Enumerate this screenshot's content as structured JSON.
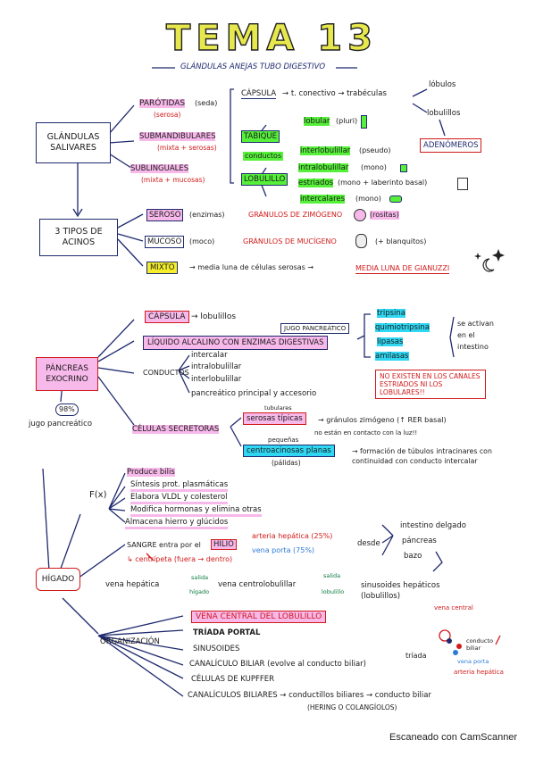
{
  "title": "TEMA 13",
  "subtitle": "GLÁNDULAS ANEJAS TUBO DIGESTIVO",
  "colors": {
    "pink": "#f7b8ea",
    "green": "#56f03a",
    "cyan": "#2fd7f2",
    "yellow": "#f4ef2a",
    "red": "#d11a1a",
    "navy": "#1f2a6e"
  },
  "salivares": {
    "root": "GLÁNDULAS SALIVARES",
    "parotidas": "PARÓTIDAS",
    "parotidas_note": "(seda)",
    "parotidas_type": "(serosa)",
    "submandibulares": "SUBMANDIBULARES",
    "submandibulares_type": "(mixta + serosas)",
    "sublinguales": "SUBLINGUALES",
    "sublinguales_type": "(mixta + mucosas)",
    "capsula": "CÁPSULA",
    "capsula_detail": "→ t. conectivo → trabéculas",
    "lobulos": "lóbulos",
    "lobulillos": "lobulillos",
    "adenomeros": "ADENÓMEROS",
    "tabique": "TABIQUE",
    "conductos": "conductos",
    "lobulillo": "LOBULILLO",
    "lobular": "lobular",
    "lobular_note": "(pluri)",
    "interlobulillar": "interlobulillar",
    "interlobulillar_note": "(pseudo)",
    "intralobulillar": "intralobulillar",
    "intralobulillar_note": "(mono)",
    "estriados": "estriados",
    "estriados_note": "(mono + laberinto basal)",
    "intercalares": "intercalares",
    "intercalares_note": "(mono)"
  },
  "acinos": {
    "root": "3 TIPOS DE ACINOS",
    "seroso": "SEROSO",
    "seroso_note": "(enzimas)",
    "seroso_granulos": "GRÁNULOS DE ZIMÓGENO",
    "seroso_tint": "(rositas)",
    "mucoso": "MUCOSO",
    "mucoso_note": "(moco)",
    "mucoso_granulos": "GRÁNULOS DE MUCÍGENO",
    "mucoso_tint": "(+ blanquitos)",
    "mixto": "MIXTO",
    "mixto_detail": "→ media luna de células serosas →",
    "mixto_result": "MEDIA LUNA DE GIANUZZI"
  },
  "pancreas": {
    "root": "PÁNCREAS EXOCRINO",
    "percent": "98%",
    "jugo": "jugo pancreático",
    "capsula": "CÁPSULA",
    "capsula_detail": "→ lobulillos",
    "jugo_tag": "JUGO PANCREÁTICO",
    "liquido": "LÍQUIDO ALCALINO CON ENZIMAS DIGESTIVAS",
    "enzimas": [
      "tripsina",
      "quimiotripsina",
      "lipasas",
      "amilasas"
    ],
    "activan": "se activan en el intestino",
    "conductos": "CONDUCTOS",
    "conductos_list": [
      "intercalar",
      "intralobulillar",
      "interlobulillar",
      "pancreático principal y accesorio"
    ],
    "warning": "NO EXISTEN EN LOS CANALES ESTRIADOS NI LOS LOBULARES!!",
    "celulas": "CÉLULAS SECRETORAS",
    "serosas": "serosas típicas",
    "serosas_extra": "tubulares",
    "serosas_detail": "→ gránulos zimógeno (↑ RER basal)",
    "no_contacto": "no están en contacto con la luz!!",
    "centroacinosas": "centroacinosas planas",
    "pequenas": "pequeñas",
    "palidas": "(pálidas)",
    "centro_detail": "→ formación de túbulos intracinares con continuidad con conducto intercalar"
  },
  "higado": {
    "root": "HÍGADO",
    "fx": "F(x)",
    "funciones": [
      "Produce bilis",
      "Síntesis prot. plasmáticas",
      "Elabora VLDL y colesterol",
      "Modifica hormonas y elimina otras",
      "Almacena hierro y glúcidos"
    ],
    "sangre": "SANGRE entra por el",
    "hilio": "HILIO",
    "arteria": "arteria hepática (25%)",
    "vena_porta": "vena porta (75%)",
    "desde": "desde",
    "origenes": [
      "intestino delgado",
      "páncreas",
      "bazo"
    ],
    "centripeta": "↳ centrípeta (fuera → dentro)",
    "vena_hepatica": "vena hepática",
    "salida": "salida",
    "higado_word": "hígado",
    "vena_central": "vena centrolobulillar",
    "salida2": "salida",
    "lobulillo_word": "lobulillo",
    "sinusoides": "sinusoides hepáticos (lobulillos)",
    "organizacion": "ORGANIZACIÓN",
    "org_items": [
      "VENA CENTRAL DEL LOBULILLO",
      "TRÍADA PORTAL",
      "SINUSOIDES",
      "CANALÍCULO BILIAR (evolve al conducto biliar)",
      "CÉLULAS DE KUPFFER",
      "CANALÍCULOS BILIARES → conductillos biliares → conducto biliar"
    ],
    "hering": "(HERING O COLANGÍOLOS)",
    "diagram_labels": [
      "vena central",
      "conducto biliar",
      "vena porta",
      "arteria hepática",
      "tríada"
    ]
  },
  "footer": "Escaneado con CamScanner"
}
